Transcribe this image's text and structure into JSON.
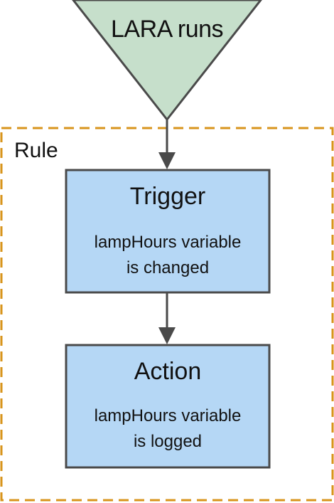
{
  "start": {
    "label": "LARA runs"
  },
  "rule": {
    "label": "Rule"
  },
  "trigger": {
    "title": "Trigger",
    "desc_line1": "lampHours variable",
    "desc_line2": "is changed"
  },
  "action": {
    "title": "Action",
    "desc_line1": "lampHours variable",
    "desc_line2": "is logged"
  },
  "colors": {
    "start_fill": "#c6dfcb",
    "box_fill": "#b5d7f5",
    "stroke": "#4a4a4a",
    "rule_border": "#d8941c"
  }
}
